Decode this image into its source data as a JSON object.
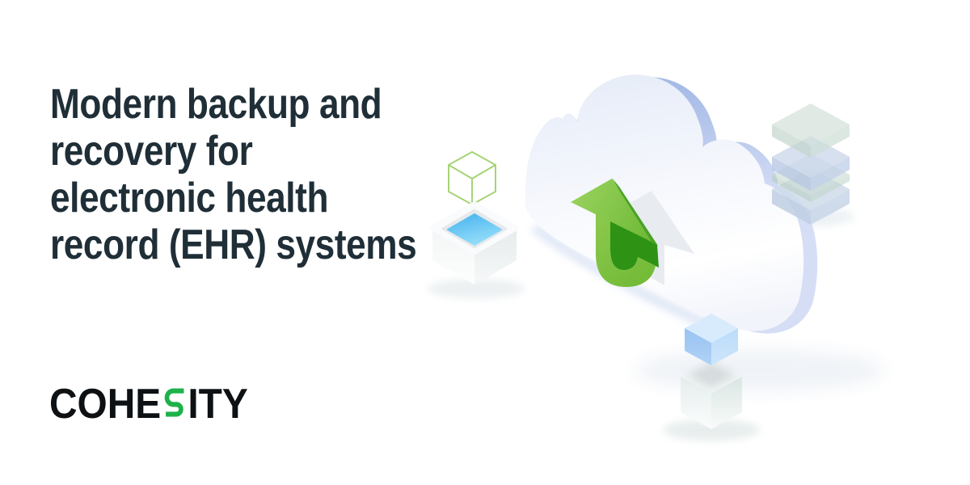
{
  "banner": {
    "headline": {
      "text": "Modern backup and recovery for electronic health record (EHR) systems",
      "lines": [
        "Modern backup and",
        "recovery for",
        "electronic health",
        "record (EHR) systems"
      ],
      "color": "#1f2e37"
    },
    "logo": {
      "brand": "COHESITY",
      "prefix": "COHE",
      "accent_letter": "S",
      "suffix": "ITY",
      "accent_color": "#1db24a",
      "text_color": "#0d1114"
    },
    "illustration": {
      "description": "Isometric cloud with green upload arrow, wireframe cube over ingest box, translucent storage stack, and blue data cube on server box",
      "elements": [
        "cloud",
        "upload-arrow",
        "ghost-arrow",
        "wireframe-cube",
        "ingest-box",
        "storage-stack",
        "data-cube",
        "server-box"
      ],
      "colors": {
        "background": "#ffffff",
        "headline_text": "#1f2e37",
        "logo_text": "#0d1114",
        "brand_green": "#1db24a",
        "arrow_green_light": "#82c344",
        "arrow_green_dark": "#2e9315",
        "arrow_edge_green": "#4aa226",
        "wireframe_green": "#a5d476",
        "cloud_face_tint": "#e8edf8",
        "cloud_side_blue": "#a9bde8",
        "hole_blue": "#45b2ee",
        "cube_blue": "#a5cdf4",
        "stack_sage": "#c9dad1",
        "stack_blue": "#c6d4ea"
      }
    }
  }
}
